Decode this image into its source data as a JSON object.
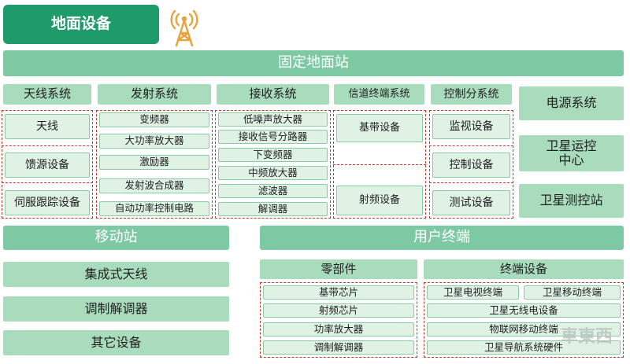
{
  "header": {
    "title": "地面设备"
  },
  "fixed_station": {
    "title": "固定地面站",
    "antenna": {
      "title": "天线系统",
      "items": [
        "天线",
        "馈源设备",
        "伺服跟踪设备"
      ]
    },
    "transmit": {
      "title": "发射系统",
      "items": [
        "变频器",
        "大功率放大器",
        "激励器",
        "发射波合成器",
        "自动功率控制电路"
      ]
    },
    "receive": {
      "title": "接收系统",
      "items": [
        "低噪声放大器",
        "接收信号分路器",
        "下变频器",
        "中频放大器",
        "滤波器",
        "解调器"
      ]
    },
    "channel": {
      "title": "信道终端系统",
      "items": [
        "基带设备",
        "射频设备"
      ]
    },
    "control": {
      "title": "控制分系统",
      "items": [
        "监视设备",
        "控制设备",
        "测试设备"
      ]
    },
    "power": {
      "title": "电源系统"
    },
    "sat_center": {
      "title": "卫星运控\n中心"
    },
    "sat_station": {
      "title": "卫星测控站"
    }
  },
  "mobile_station": {
    "title": "移动站",
    "items": [
      "集成式天线",
      "调制解调器",
      "其它设备"
    ]
  },
  "user_terminal": {
    "title": "用户终端",
    "parts": {
      "title": "零部件",
      "items": [
        "基带芯片",
        "射频芯片",
        "功率放大器",
        "调制解调器"
      ]
    },
    "devices": {
      "title": "终端设备",
      "items": [
        "卫星电视终端",
        "卫星移动终端",
        "卫星无线电设备",
        "物联网移动终端",
        "卫星导航系统硬件"
      ]
    }
  },
  "watermark": {
    "text": "車東西"
  },
  "colors": {
    "dark_green": "#1e9a6b",
    "mid_green": "#7dc9a3",
    "light_green": "#a9dcbd",
    "pale_green": "#dff2e4",
    "dashed_red": "#c0392b",
    "tower_orange": "#e8a33d"
  }
}
